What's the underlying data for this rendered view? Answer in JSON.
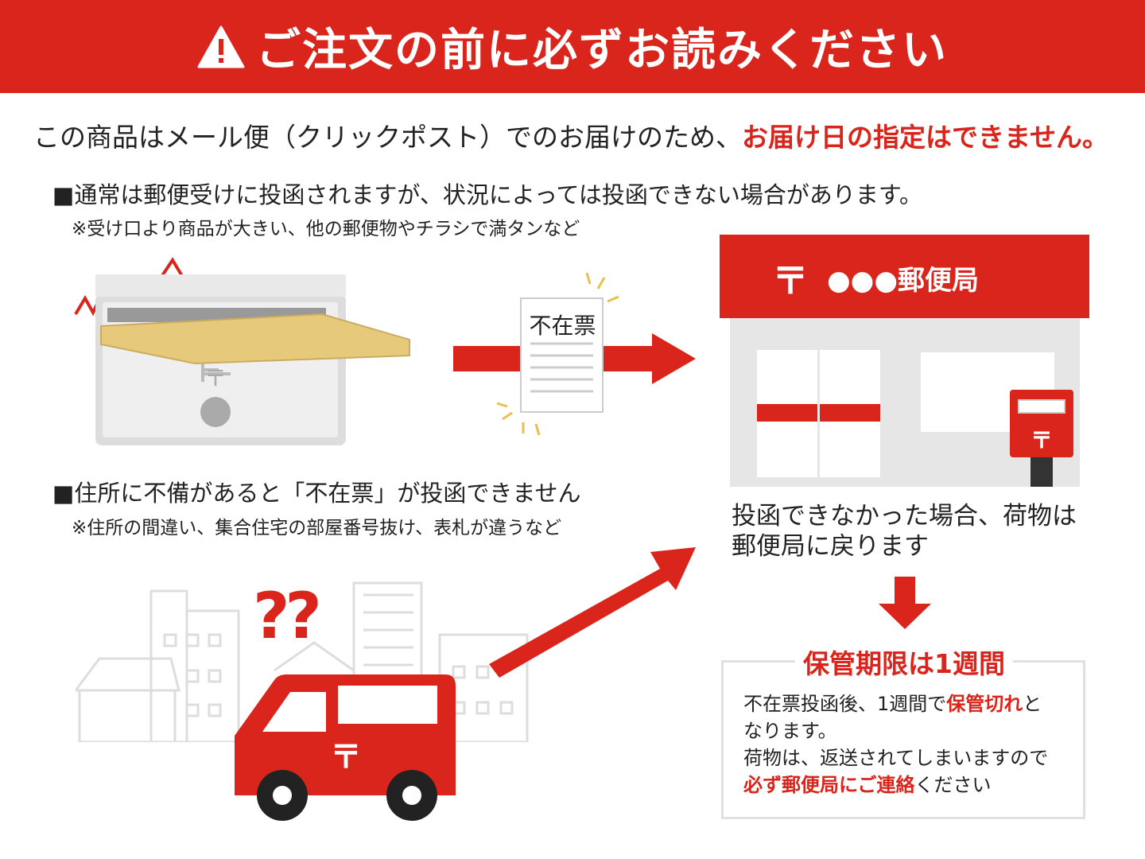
{
  "header": {
    "title": "ご注文の前に必ずお読みください",
    "icon": "warning-icon"
  },
  "lead": {
    "text": "この商品はメール便（クリックポスト）でのお届けのため、",
    "emphasis": "お届け日の指定はできません。"
  },
  "section1": {
    "heading": "■通常は郵便受けに投函されますが、状況によっては投函できない場合があります。",
    "note": "※受け口より商品が大きい、他の郵便物やチラシで満タンなど"
  },
  "section2": {
    "heading": "■住所に不備があると「不在票」が投函できません",
    "note": "※住所の間違い、集合住宅の部屋番号抜け、表札が違うなど"
  },
  "slip": {
    "label": "不在票"
  },
  "post_office": {
    "mark": "〒",
    "sign": "●●●郵便局"
  },
  "caption": "投函できなかった場合、荷物は郵便局に戻ります",
  "storage": {
    "title": "保管期限は1週間",
    "line1_pre": "不在票投函後、1週間で",
    "line1_red": "保管切れ",
    "line1_post": "と",
    "line2": "なります。",
    "line3": "荷物は、返送されてしまいますので",
    "line4_red": "必ず郵便局にご連絡",
    "line4_post": "ください"
  },
  "van": {
    "mark": "〒",
    "question": "??"
  },
  "colors": {
    "accent": "#d9251c",
    "gray": "#e6e6e6",
    "cardboard": "#e6c97a"
  }
}
